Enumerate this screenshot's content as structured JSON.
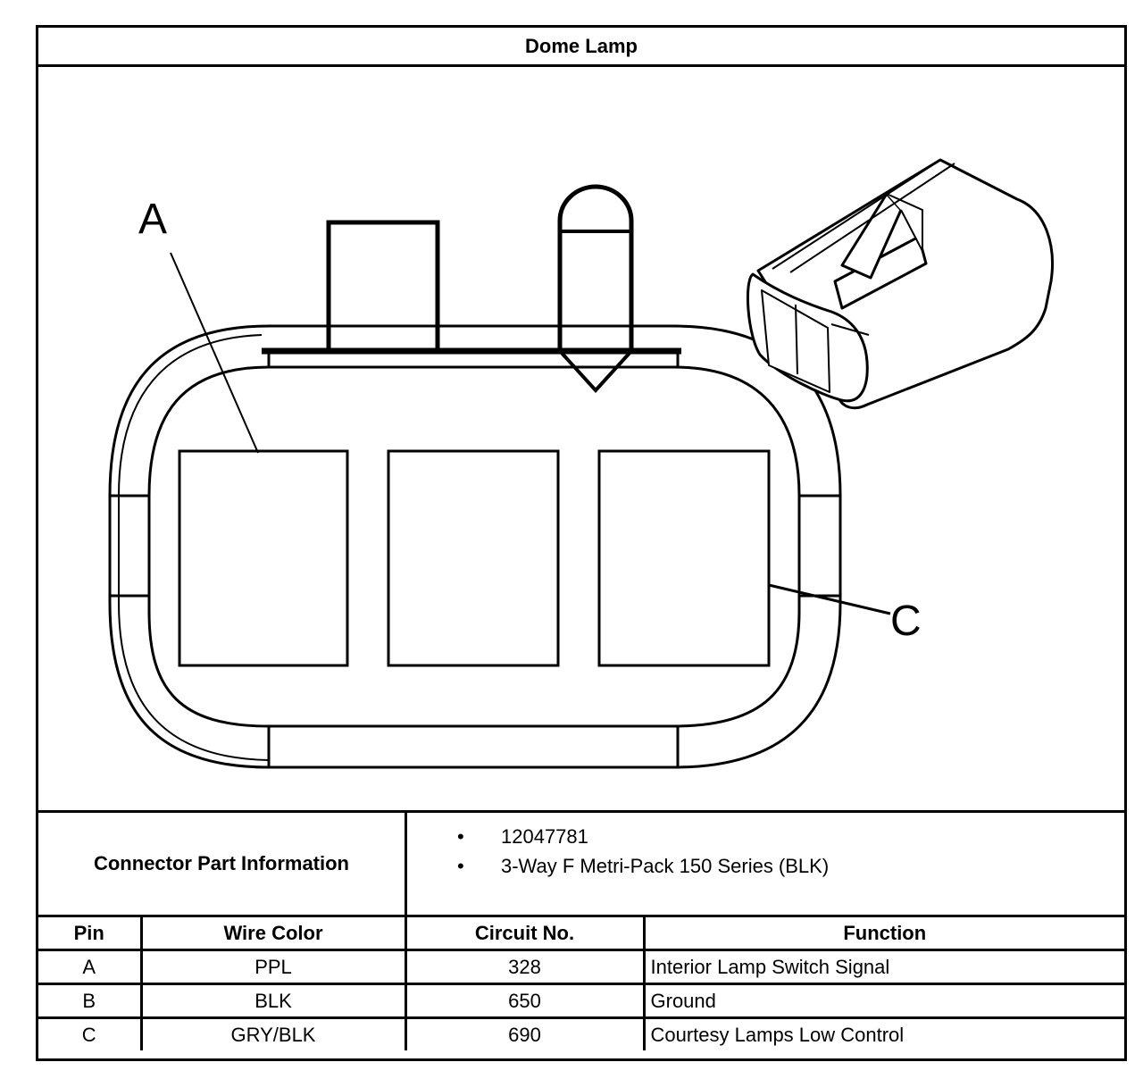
{
  "title": "Dome Lamp",
  "diagram": {
    "callouts": [
      "A",
      "C"
    ]
  },
  "connector_info": {
    "label": "Connector Part Information",
    "items": [
      "12047781",
      "3-Way F Metri-Pack 150 Series (BLK)"
    ]
  },
  "pin_table": {
    "headers": [
      "Pin",
      "Wire Color",
      "Circuit No.",
      "Function"
    ],
    "rows": [
      [
        "A",
        "PPL",
        "328",
        "Interior Lamp Switch Signal"
      ],
      [
        "B",
        "BLK",
        "650",
        "Ground"
      ],
      [
        "C",
        "GRY/BLK",
        "690",
        "Courtesy Lamps Low Control"
      ]
    ]
  }
}
